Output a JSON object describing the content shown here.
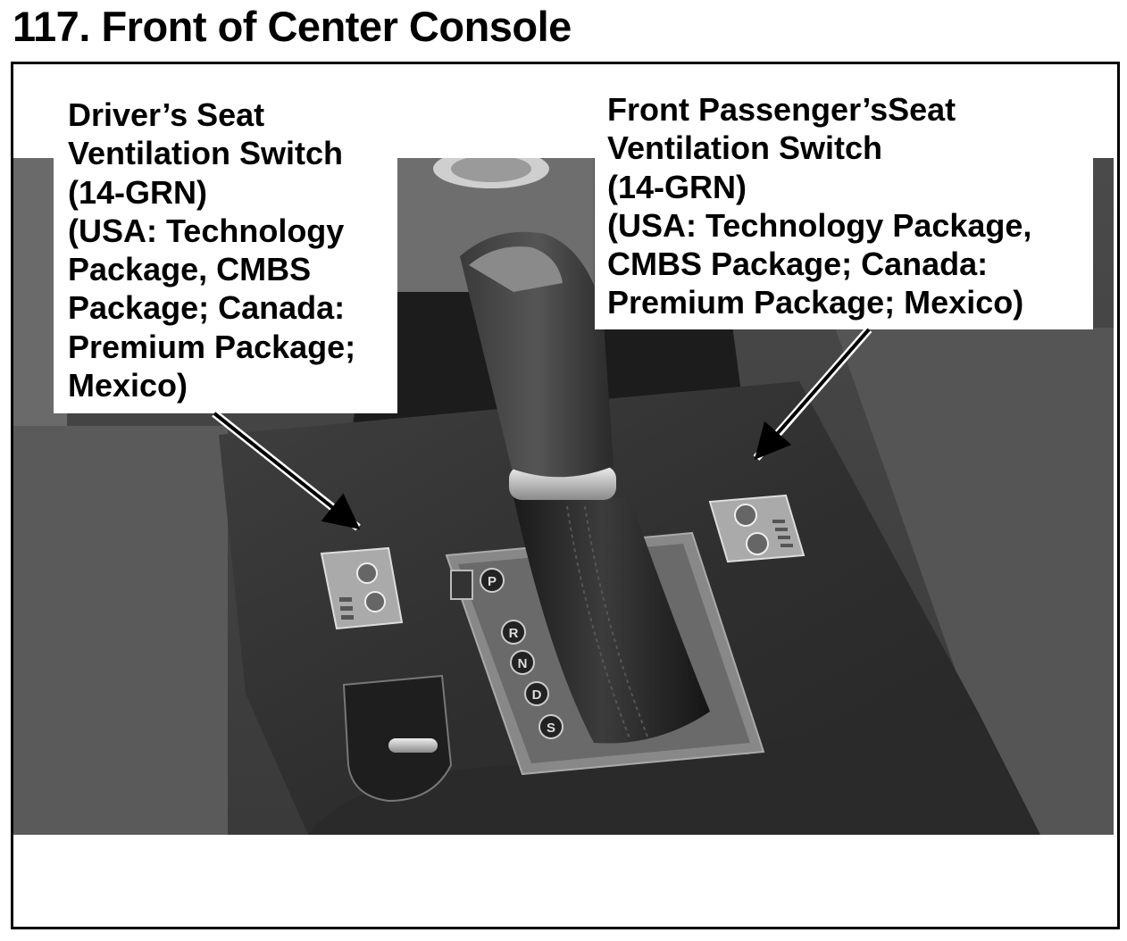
{
  "title": "117. Front of Center Console",
  "callouts": {
    "driver": {
      "lines": [
        "Driver’s Seat",
        "Ventilation Switch",
        "(14-GRN)",
        "(USA: Technology",
        "Package, CMBS",
        "Package; Canada:",
        "Premium Package;",
        "Mexico)"
      ]
    },
    "passenger": {
      "lines": [
        "Front Passenger’sSeat",
        "Ventilation Switch",
        "(14-GRN)",
        "(USA: Technology Package,",
        "CMBS Package; Canada:",
        "Premium Package; Mexico)"
      ]
    }
  },
  "shifter": {
    "positions": [
      "P",
      "R",
      "N",
      "D",
      "S"
    ]
  }
}
